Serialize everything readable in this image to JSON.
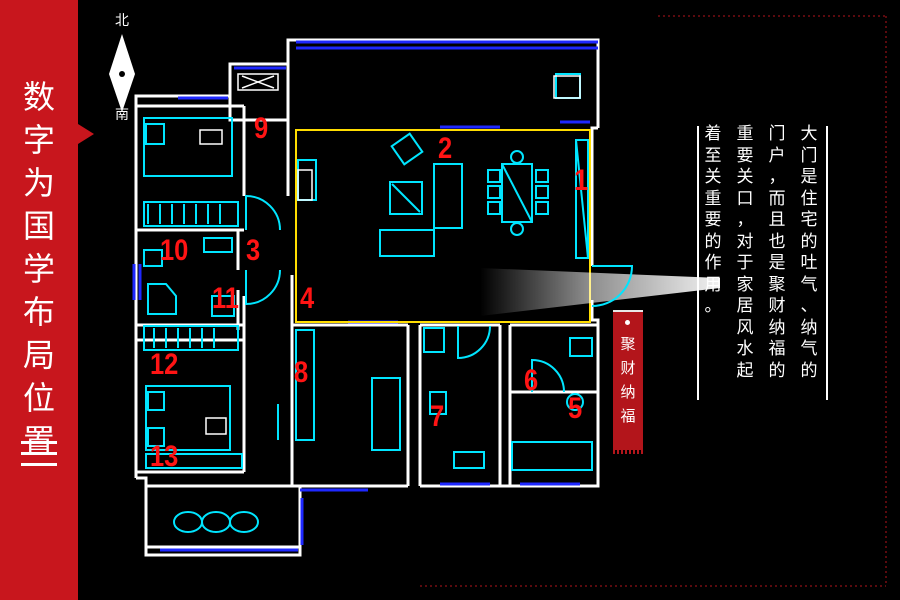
{
  "sidebar": {
    "title_chars": [
      "数",
      "字",
      "为",
      "国",
      "学",
      "布",
      "局",
      "位",
      "置"
    ]
  },
  "compass": {
    "north": "北",
    "south": "南"
  },
  "room_numbers": [
    "1",
    "2",
    "3",
    "4",
    "5",
    "6",
    "7",
    "8",
    "9",
    "10",
    "11",
    "12",
    "13"
  ],
  "description": {
    "columns": [
      [
        "大",
        "门",
        "是",
        "住",
        "宅",
        "的",
        "吐",
        "气",
        "、",
        "纳",
        "气",
        "的"
      ],
      [
        "门",
        "户",
        "，",
        "而",
        "且",
        "也",
        "是",
        "聚",
        "财",
        "纳",
        "福",
        "的"
      ],
      [
        "重",
        "要",
        "关",
        "口",
        "，",
        "对",
        "于",
        "家",
        "居",
        "风",
        "水",
        "起"
      ],
      [
        "着",
        "至",
        "关",
        "重",
        "要",
        "的",
        "作",
        "用",
        "。"
      ]
    ]
  },
  "badge": {
    "chars": [
      "聚",
      "财",
      "纳",
      "福"
    ]
  },
  "colors": {
    "accent_red": "#c8161d",
    "wall": "#ffffff",
    "window": "#1e28ff",
    "furniture": "#00e5ff",
    "highlight_zone": "#ffdd00",
    "number_red": "#ff1414"
  }
}
